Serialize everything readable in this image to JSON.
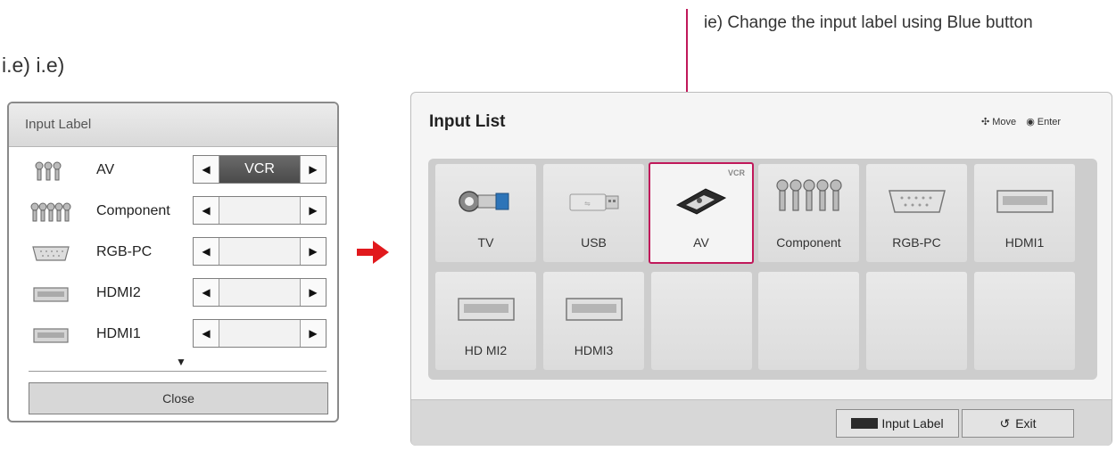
{
  "captions": {
    "left": "i.e) i.e)",
    "right": "ie)  Change the input label using Blue button"
  },
  "input_label_dialog": {
    "title": "Input Label",
    "rows": [
      {
        "icon": "av-jacks-icon",
        "label": "AV",
        "value": "VCR"
      },
      {
        "icon": "component-jacks-icon",
        "label": "Component",
        "value": ""
      },
      {
        "icon": "rgb-pc-port-icon",
        "label": "RGB-PC",
        "value": ""
      },
      {
        "icon": "hdmi-port-icon",
        "label": "HDMI2",
        "value": ""
      },
      {
        "icon": "hdmi-port-icon",
        "label": "HDMI1",
        "value": ""
      }
    ],
    "left_arrow": "◀",
    "right_arrow": "▶",
    "more_indicator": "▼",
    "close_label": "Close"
  },
  "input_list": {
    "title": "Input List",
    "hint_move": "Move",
    "hint_enter": "Enter",
    "tiles": [
      {
        "label": "TV",
        "icon": "antenna-cable-icon"
      },
      {
        "label": "USB",
        "icon": "usb-stick-icon"
      },
      {
        "label": "AV",
        "icon": "vcr-tape-icon",
        "tag": "VCR",
        "selected": true
      },
      {
        "label": "Component",
        "icon": "component-jacks-icon"
      },
      {
        "label": "RGB-PC",
        "icon": "rgb-pc-port-icon"
      },
      {
        "label": "HDMI1",
        "icon": "hdmi-port-icon"
      },
      {
        "label": "HD MI2",
        "icon": "hdmi-port-icon"
      },
      {
        "label": "HDMI3",
        "icon": "hdmi-port-icon"
      }
    ],
    "footer": {
      "input_label_button": "Input Label",
      "exit_button": "Exit"
    }
  },
  "colors": {
    "selection": "#c0185a",
    "arrow": "#e1191d"
  }
}
